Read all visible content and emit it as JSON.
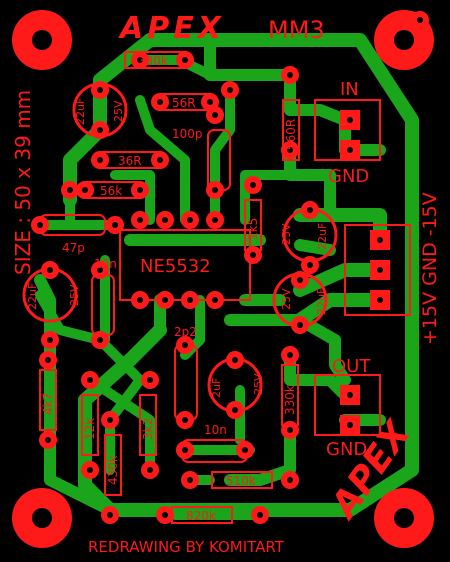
{
  "board": {
    "brand": "APEX",
    "model": "MM3",
    "size_label": "SIZE : 50 x 39 mm",
    "power_label": "+15V GND -15V",
    "footer": "REDRAWING BY KOMITART",
    "brand_corner": "APEX"
  },
  "connectors": {
    "in": "IN",
    "in_gnd": "GND",
    "out": "OUT",
    "out_gnd": "GND"
  },
  "ic": {
    "label": "NE5532"
  },
  "components": {
    "r330k_top": "330k",
    "r56r": "56R",
    "r36r": "36R",
    "r560r": "560R",
    "r56k": "56k",
    "r1k5": "1k5",
    "c100p": "100p",
    "c47p": "47p",
    "c10n_a": "10n",
    "c10n_b": "10n",
    "c2p2": "2p2",
    "c22uf_a": "22uF",
    "c25v_a": "25V",
    "c22uf_b": "22uF",
    "c25v_b": "25V",
    "c22uf_c": "22uF",
    "c25v_c": "25V",
    "c22uf_d": "22uF",
    "c25v_d": "25V",
    "c2uf": "2uF",
    "c25v_e": "25V",
    "r4k7": "4k7",
    "r12k": "12k",
    "r430k": "430k",
    "r3k2": "3k2",
    "r330k_b": "330k",
    "r510k": "510k",
    "r820k": "820k"
  },
  "colors": {
    "background": "#000000",
    "trace": "#1aa51a",
    "silk": "#ff1a1a",
    "pad": "#ff1a1a",
    "hole": "#000000"
  }
}
